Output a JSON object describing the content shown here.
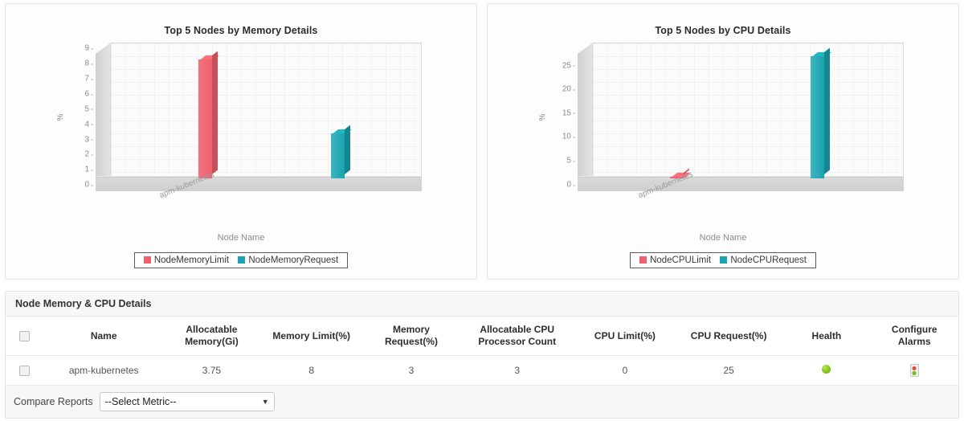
{
  "charts": [
    {
      "title": "Top 5 Nodes by Memory Details",
      "ylabel": "%",
      "xlabel": "Node Name",
      "category": "apm-kubernetes",
      "yticks": [
        "9",
        "8",
        "7",
        "6",
        "5",
        "4",
        "3",
        "2",
        "1",
        "0"
      ],
      "legend": [
        {
          "label": "NodeMemoryLimit",
          "color": "#f2616b"
        },
        {
          "label": "NodeMemoryRequest",
          "color": "#1aa3b0"
        }
      ]
    },
    {
      "title": "Top 5 Nodes by CPU Details",
      "ylabel": "%",
      "xlabel": "Node Name",
      "category": "apm-kubernetes",
      "yticks": [
        "25",
        "20",
        "15",
        "10",
        "5",
        "0"
      ],
      "legend": [
        {
          "label": "NodeCPULimit",
          "color": "#f2616b"
        },
        {
          "label": "NodeCPURequest",
          "color": "#1aa3b0"
        }
      ]
    }
  ],
  "chart_data": [
    {
      "type": "bar",
      "title": "Top 5 Nodes by Memory Details",
      "xlabel": "Node Name",
      "ylabel": "%",
      "categories": [
        "apm-kubernetes"
      ],
      "ylim": [
        0,
        9
      ],
      "yticks": [
        0,
        1,
        2,
        3,
        4,
        5,
        6,
        7,
        8,
        9
      ],
      "grid": true,
      "legend_position": "bottom",
      "series": [
        {
          "name": "NodeMemoryLimit",
          "color": "#f2616b",
          "values": [
            8
          ]
        },
        {
          "name": "NodeMemoryRequest",
          "color": "#1aa3b0",
          "values": [
            3
          ]
        }
      ]
    },
    {
      "type": "bar",
      "title": "Top 5 Nodes by CPU Details",
      "xlabel": "Node Name",
      "ylabel": "%",
      "categories": [
        "apm-kubernetes"
      ],
      "ylim": [
        0,
        27
      ],
      "yticks": [
        0,
        5,
        10,
        15,
        20,
        25
      ],
      "grid": true,
      "legend_position": "bottom",
      "series": [
        {
          "name": "NodeCPULimit",
          "color": "#f2616b",
          "values": [
            0
          ]
        },
        {
          "name": "NodeCPURequest",
          "color": "#1aa3b0",
          "values": [
            25
          ]
        }
      ]
    }
  ],
  "table": {
    "header_title": "Node Memory & CPU Details",
    "columns": [
      "",
      "Name",
      "Allocatable Memory(Gi)",
      "Memory Limit(%)",
      "Memory Request(%)",
      "Allocatable CPU Processor Count",
      "CPU Limit(%)",
      "CPU Request(%)",
      "Health",
      "Configure Alarms"
    ],
    "columns_multiline": {
      "alloc_mem_l1": "Allocatable",
      "alloc_mem_l2": "Memory(Gi)",
      "mem_limit": "Memory Limit(%)",
      "mem_req_l1": "Memory",
      "mem_req_l2": "Request(%)",
      "alloc_cpu_l1": "Allocatable CPU",
      "alloc_cpu_l2": "Processor Count",
      "cpu_limit": "CPU Limit(%)",
      "cpu_req": "CPU Request(%)",
      "health": "Health",
      "alarms_l1": "Configure",
      "alarms_l2": "Alarms",
      "name": "Name"
    },
    "rows": [
      {
        "name": "apm-kubernetes",
        "allocatable_memory_gi": "3.75",
        "memory_limit_pct": "8",
        "memory_request_pct": "3",
        "allocatable_cpu_processor_count": "3",
        "cpu_limit_pct": "0",
        "cpu_request_pct": "25",
        "health": "healthy",
        "health_color": "#72bb10",
        "alarms_icon": "traffic-light-icon"
      }
    ]
  },
  "footer": {
    "compare_label": "Compare Reports",
    "metric_selected": "--Select Metric--"
  }
}
